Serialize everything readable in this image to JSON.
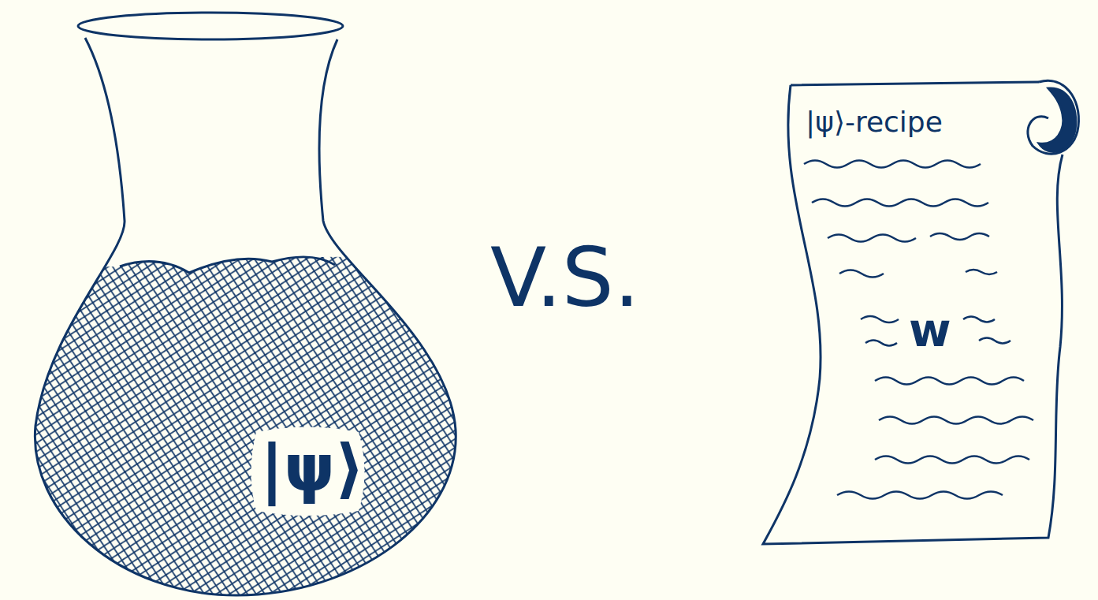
{
  "diagram": {
    "nodes": [
      {
        "text": [
          "|ψ⟩"
        ]
      },
      {
        "text": [
          "|ψ⟩-recipe",
          "w"
        ]
      }
    ],
    "labels": [
      "V.S."
    ]
  }
}
